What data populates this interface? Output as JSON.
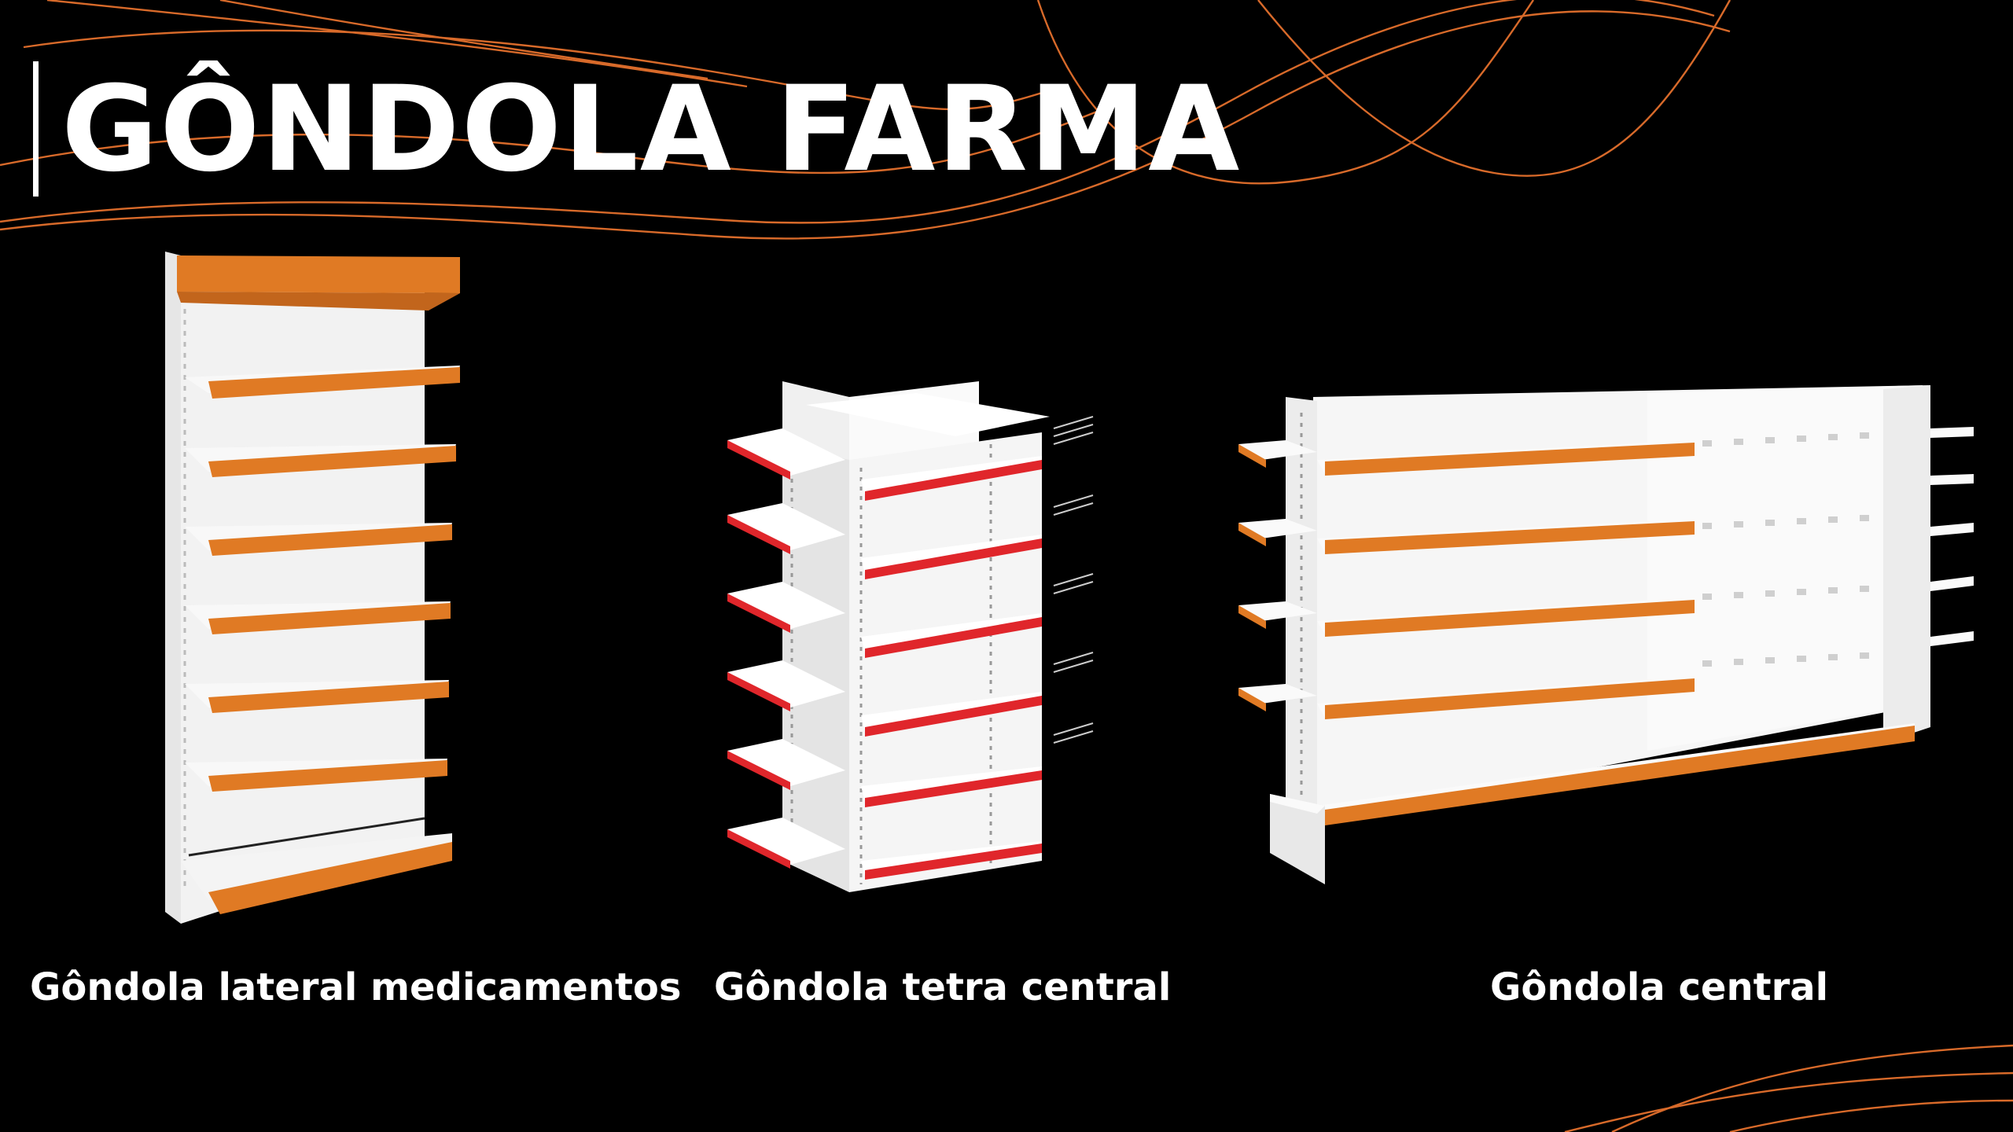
{
  "title": "GÔNDOLA FARMA",
  "accent_color": "#e07a24",
  "red_color": "#e0262b",
  "products": [
    {
      "caption": "Gôndola lateral medicamentos",
      "image": "wall-gondola-illustration"
    },
    {
      "caption": "Gôndola tetra central",
      "image": "tetra-gondola-illustration"
    },
    {
      "caption": "Gôndola central",
      "image": "central-gondola-illustration"
    }
  ]
}
